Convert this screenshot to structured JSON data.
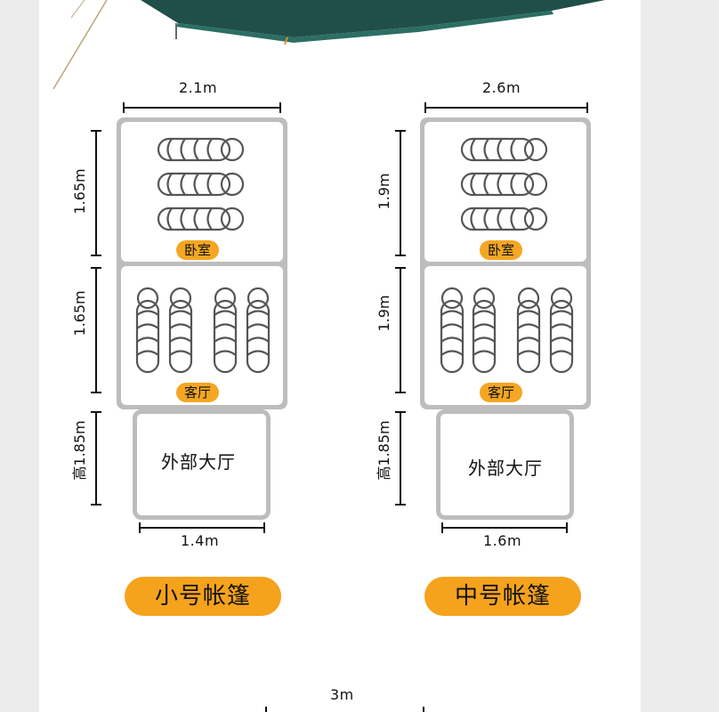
{
  "colors": {
    "accent": "#f5a623",
    "outline": "#bdbdbd",
    "tent_green": "#1f6b5c"
  },
  "small_tent": {
    "name": "小号帐篷",
    "top_width": "2.1m",
    "bedroom_depth": "1.65m",
    "living_depth": "1.65m",
    "hall_height": "高1.85m",
    "hall_width": "1.4m",
    "bedroom_label": "卧室",
    "living_label": "客厅",
    "hall_label": "外部大厅"
  },
  "medium_tent": {
    "name": "中号帐篷",
    "top_width": "2.6m",
    "bedroom_depth": "1.9m",
    "living_depth": "1.9m",
    "hall_height": "高1.85m",
    "hall_width": "1.6m",
    "bedroom_label": "卧室",
    "living_label": "客厅",
    "hall_label": "外部大厅"
  },
  "next_width": "3m"
}
